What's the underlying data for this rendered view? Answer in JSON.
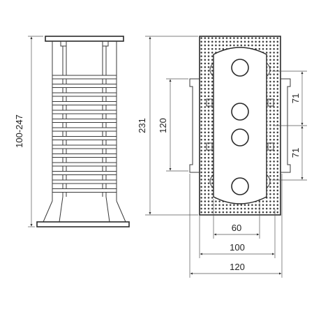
{
  "drawing": {
    "dimensions": {
      "height_range": "100-247",
      "frame_height": "231",
      "inner_height": "120",
      "spacing_upper": "71",
      "spacing_lower": "71",
      "width_small": "60",
      "width_mid": "100",
      "width_total": "120"
    }
  }
}
